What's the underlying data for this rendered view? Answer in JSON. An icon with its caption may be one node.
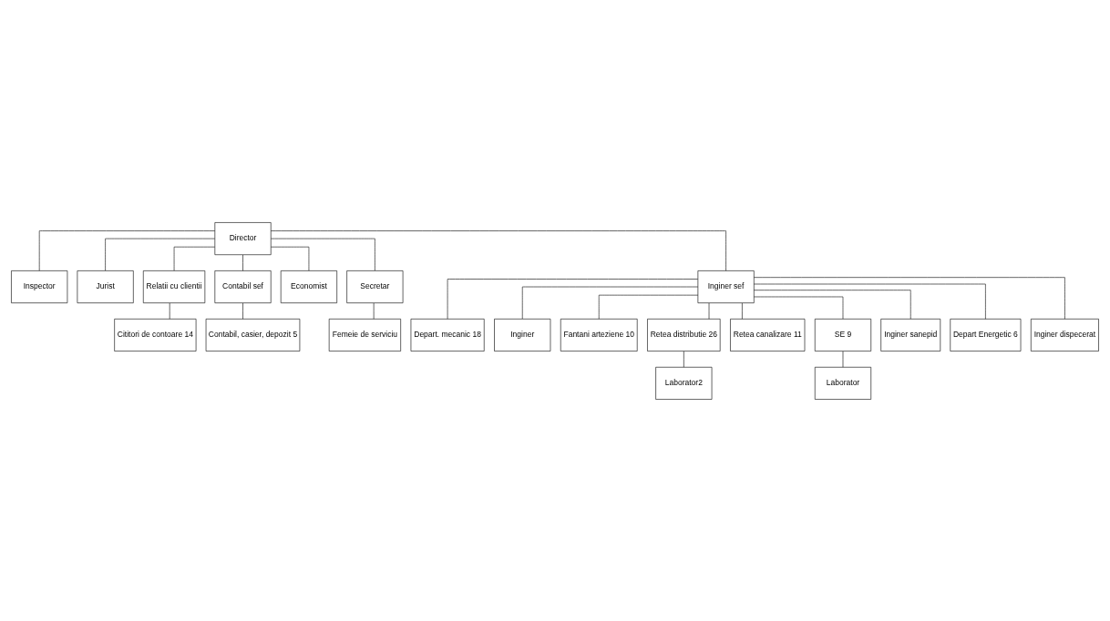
{
  "diagram": {
    "nodes": [
      {
        "text": [
          "Director"
        ]
      },
      {
        "text": [
          "Inspector"
        ]
      },
      {
        "text": [
          "Jurist"
        ]
      },
      {
        "text": [
          "Relatii cu clientii"
        ]
      },
      {
        "text": [
          "Contabil sef"
        ]
      },
      {
        "text": [
          "Economist"
        ]
      },
      {
        "text": [
          "Secretar"
        ]
      },
      {
        "text": [
          "Cititori de contoare 14"
        ]
      },
      {
        "text": [
          "Contabil, casier, depozit 5"
        ]
      },
      {
        "text": [
          "Femeie de serviciu"
        ]
      },
      {
        "text": [
          "Inginer sef"
        ]
      },
      {
        "text": [
          "Depart. mecanic 18"
        ]
      },
      {
        "text": [
          "Inginer"
        ]
      },
      {
        "text": [
          "Fantani arteziene 10"
        ]
      },
      {
        "text": [
          "Retea distributie 26"
        ]
      },
      {
        "text": [
          "Retea canalizare 11"
        ]
      },
      {
        "text": [
          "SE 9"
        ]
      },
      {
        "text": [
          "Inginer sanepid"
        ]
      },
      {
        "text": [
          "Depart Energetic 6"
        ]
      },
      {
        "text": [
          "Laborator2"
        ]
      },
      {
        "text": [
          "Laborator"
        ]
      },
      {
        "text": [
          "Inginer dispecerat"
        ]
      }
    ],
    "edges": [
      {
        "from": 0,
        "to": 1,
        "arrow": "none"
      },
      {
        "from": 0,
        "to": 2,
        "arrow": "none"
      },
      {
        "from": 0,
        "to": 3,
        "arrow": "none"
      },
      {
        "from": 0,
        "to": 4,
        "arrow": "none"
      },
      {
        "from": 0,
        "to": 5,
        "arrow": "none"
      },
      {
        "from": 0,
        "to": 6,
        "arrow": "none"
      },
      {
        "from": 3,
        "to": 7,
        "arrow": "none"
      },
      {
        "from": 4,
        "to": 8,
        "arrow": "none"
      },
      {
        "from": 6,
        "to": 9,
        "arrow": "none"
      },
      {
        "from": 0,
        "to": 10,
        "arrow": "none"
      },
      {
        "from": 10,
        "to": 11,
        "arrow": "none"
      },
      {
        "from": 10,
        "to": 12,
        "arrow": "none"
      },
      {
        "from": 10,
        "to": 13,
        "arrow": "none"
      },
      {
        "from": 10,
        "to": 14,
        "arrow": "none"
      },
      {
        "from": 10,
        "to": 15,
        "arrow": "none"
      },
      {
        "from": 10,
        "to": 16,
        "arrow": "none"
      },
      {
        "from": 10,
        "to": 17,
        "arrow": "none"
      },
      {
        "from": 10,
        "to": 18,
        "arrow": "none"
      },
      {
        "from": 14,
        "to": 19,
        "arrow": "none"
      },
      {
        "from": 16,
        "to": 20,
        "arrow": "none"
      },
      {
        "from": 10,
        "to": 21,
        "arrow": "none"
      }
    ]
  }
}
